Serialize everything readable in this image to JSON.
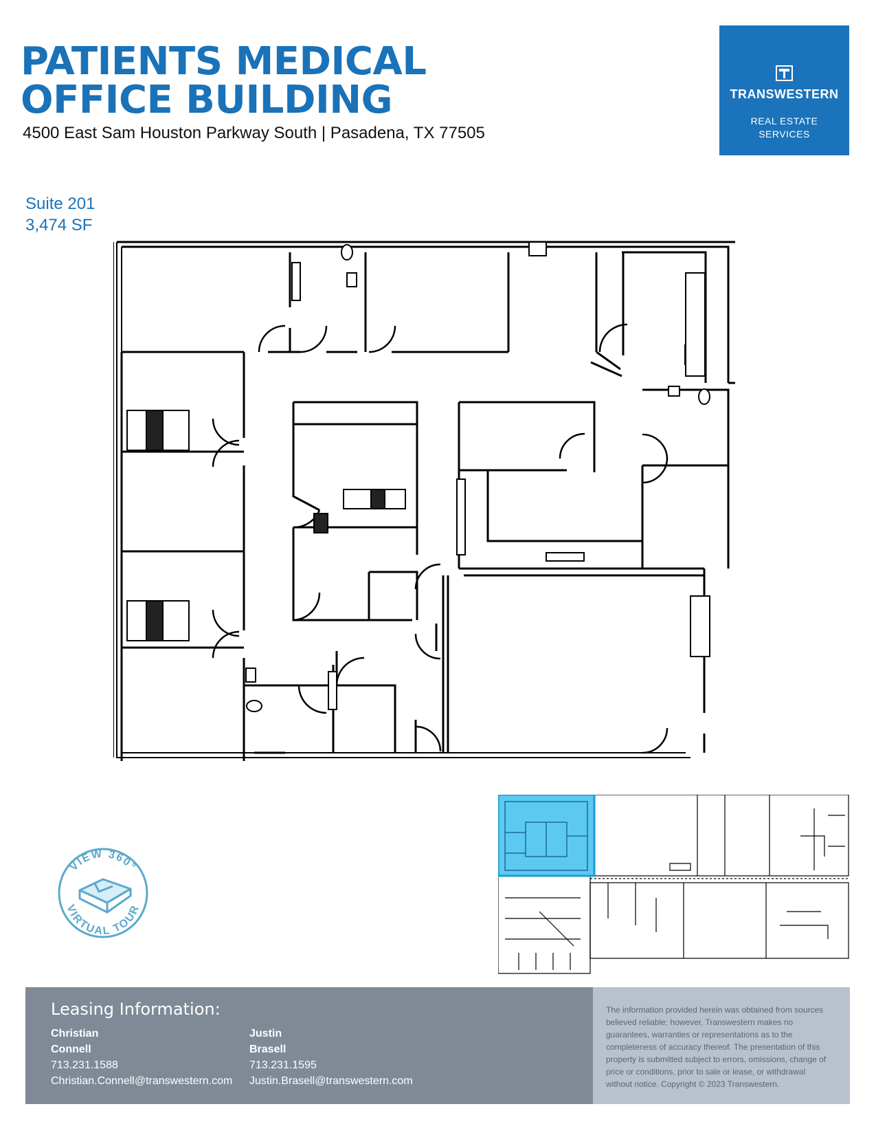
{
  "header": {
    "title_line1": "PATIENTS MEDICAL",
    "title_line2": "OFFICE BUILDING",
    "address": "4500 East Sam Houston Parkway South | Pasadena, TX 77505"
  },
  "logo": {
    "name": "TRANSWESTERN",
    "sub_line1": "REAL ESTATE",
    "sub_line2": "SERVICES"
  },
  "suite": {
    "name": "Suite 201",
    "area": "3,474 SF"
  },
  "badge": {
    "top_text": "VIEW 360°",
    "bottom_text": "VIRTUAL TOUR"
  },
  "colors": {
    "brand_blue": "#1a73bb",
    "highlight_cyan": "#3fc0ee",
    "footer_dark": "#7f8a96",
    "footer_light": "#b9c2cc"
  },
  "footer": {
    "leasing_title": "Leasing Information:",
    "contacts": [
      {
        "first": "Christian",
        "last": "Connell",
        "phone": "713.231.1588",
        "email": "Christian.Connell@transwestern.com"
      },
      {
        "first": "Justin",
        "last": "Brasell",
        "phone": "713.231.1595",
        "email": "Justin.Brasell@transwestern.com"
      }
    ],
    "disclaimer": "The information provided herein was obtained from sources believed reliable; however, Transwestern makes no guarantees, warranties or representations as to the completeness of accuracy thereof. The presentation of this property is submitted subject to errors, omissions, change of price or conditions, prior to sale or lease, or withdrawal without notice. Copyright © 2023 Transwestern."
  }
}
